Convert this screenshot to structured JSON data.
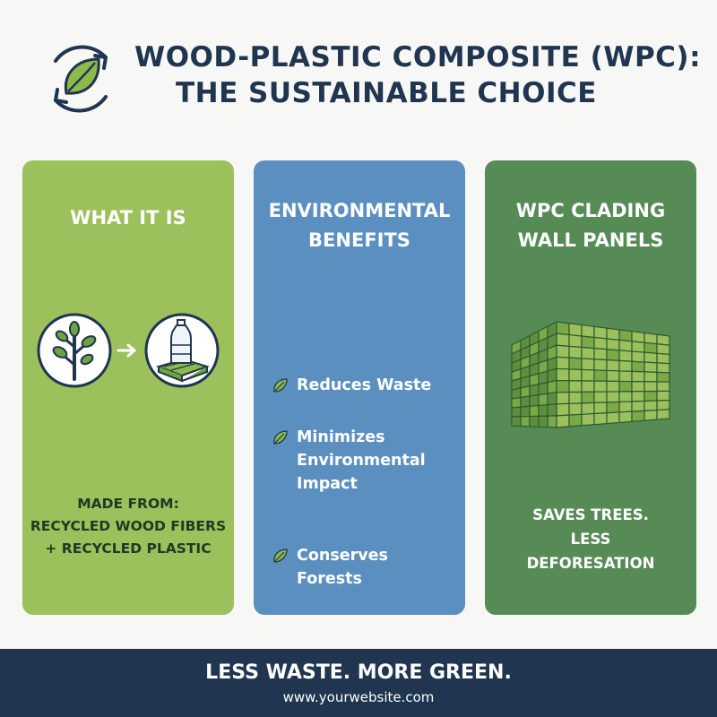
{
  "header": {
    "title_line1": "WOOD-PLASTIC COMPOSITE (WPC):",
    "title_line2": "THE SUSTAINABLE CHOICE",
    "logo_icon": "recycle-leaf-icon"
  },
  "cards": [
    {
      "title": "WHAT IT IS",
      "icons": [
        "tree-icon",
        "arrow-right-icon",
        "plastic-bottle-planks-icon"
      ],
      "caption_lines": [
        "MADE FROM:",
        "RECYCLED WOOD FIBERS",
        "+ RECYCLED PLASTIC"
      ]
    },
    {
      "title_lines": [
        "ENVIRONMENTAL",
        "BENEFITS"
      ],
      "benefits": [
        {
          "icon": "leaf-icon",
          "lines": [
            "Reduces Waste"
          ]
        },
        {
          "icon": "leaf-icon",
          "lines": [
            "Minimizes",
            "Environmental",
            "Impact"
          ]
        },
        {
          "icon": "leaf-icon",
          "lines": [
            "Conserves Forests"
          ]
        }
      ]
    },
    {
      "title_lines": [
        "WPC CLADING",
        "WALL PANELS"
      ],
      "icon": "building-cladding-icon",
      "caption_lines": [
        "SAVES TREES.",
        "LESS",
        "DEFORESATION"
      ]
    }
  ],
  "footer": {
    "tagline": "LESS WASTE. MORE GREEN.",
    "website": "www.yourwebsite.com"
  },
  "colors": {
    "navy": "#1f3550",
    "card_light_green": "#9cc05b",
    "card_blue": "#5b8fc0",
    "card_dark_green": "#568b55"
  }
}
